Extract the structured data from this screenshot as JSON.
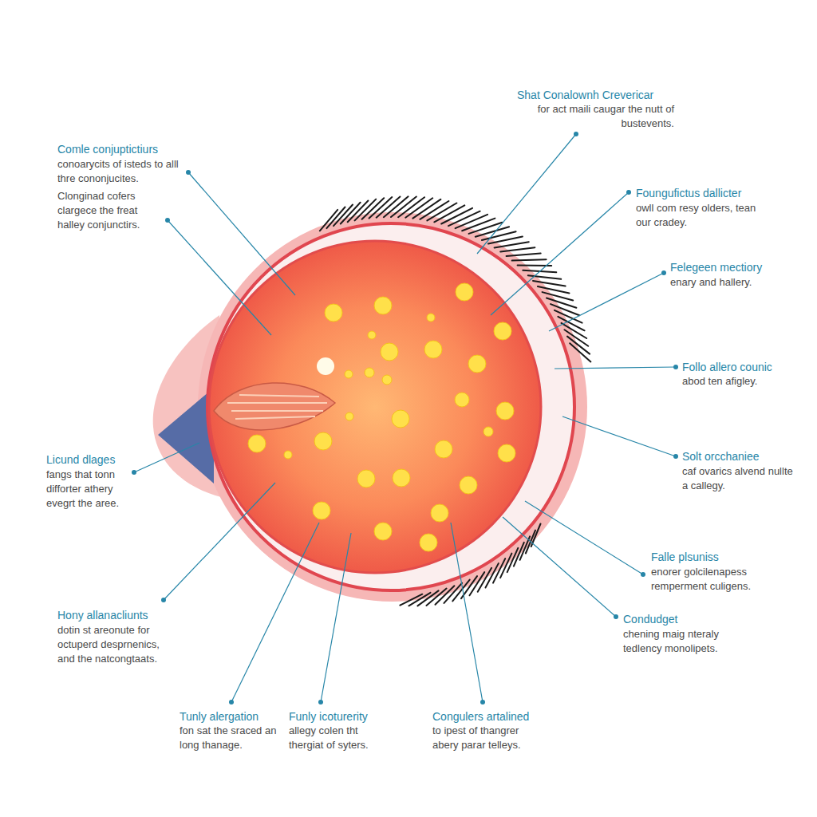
{
  "diagram": {
    "labels": [
      "Shat Conalownh Crevericar",
      "for act maili caugar the nutt of bustevents.",
      "Comle conjuptictiurs",
      "conoarycits of isteds to alll thre cononjucites.",
      "Clonginad cofers clargece the freat halley conjunctirs.",
      "Foungufictus dallicter",
      "owll com resy olders, tean our cradey.",
      "Felegeen mectiory",
      "enary and hallery.",
      "Follo allero counic",
      "abod ten afigley.",
      "Solt orcchaniee",
      "caf ovarics alvend nullte a callegy.",
      "Licund dlages",
      "fangs that tonn difforter athery evegrt the aree.",
      "Falle plsuniss",
      "enorer golcilenapess remperment culigens.",
      "Condudget",
      "chening maig nteraly tedlency monolipets.",
      "Hony allanacliunts",
      "dotin st areonute for octuperd desprnenics, and the natcongtaats.",
      "Tunly alergation",
      "fon sat the sraced an long thanage.",
      "Funly icoturerity",
      "allegy colen tht thergiat of syters.",
      "Congulers artalined",
      "to ipest of thangrer abery parar telleys."
    ]
  }
}
